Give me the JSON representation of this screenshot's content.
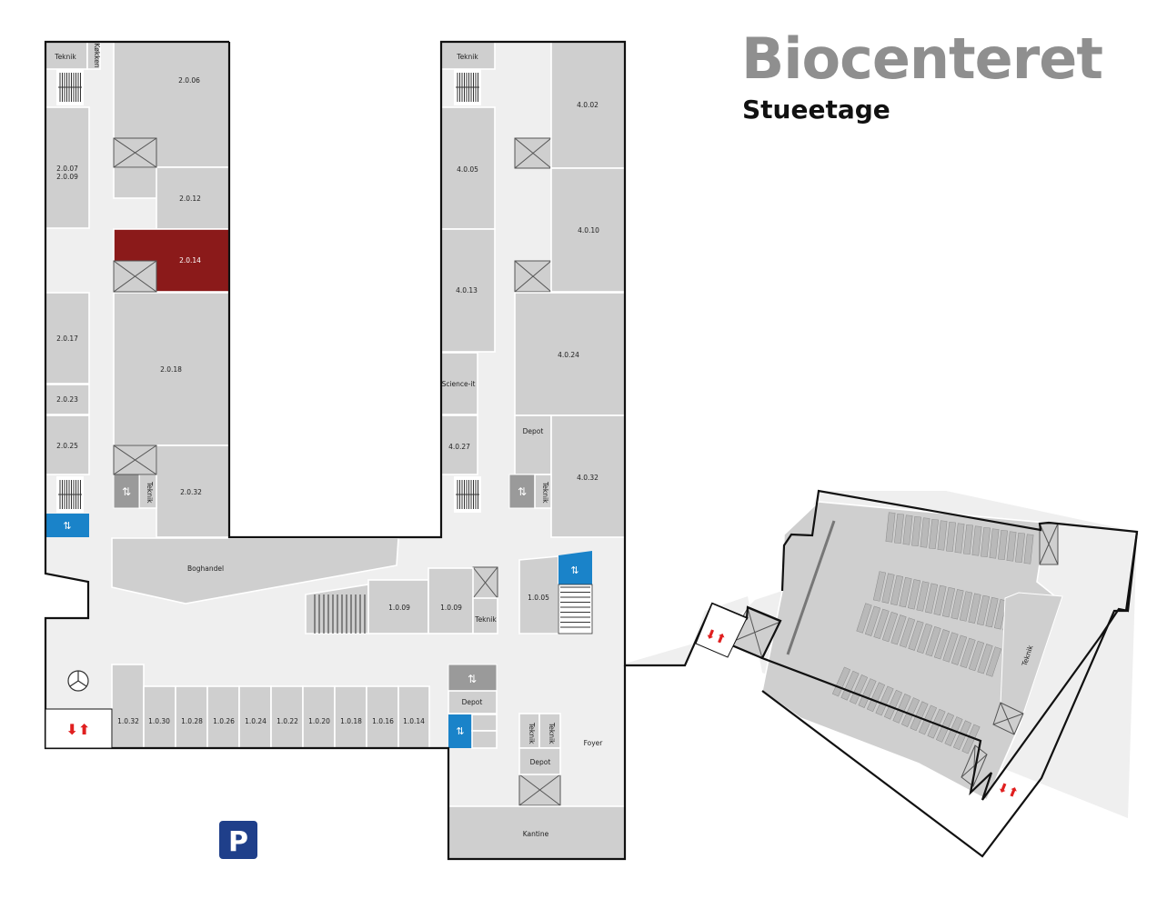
{
  "title": "Biocenteret",
  "subtitle": "Stueetage",
  "rooms": {
    "teknik_a": "Teknik",
    "kokken": "Køkken",
    "r2006": "2.0.06",
    "r2007": "2.0.07",
    "r2009": "2.0.09",
    "r2012": "2.0.12",
    "r2014": "2.0.14",
    "r2017": "2.0.17",
    "r2018": "2.0.18",
    "r2023": "2.0.23",
    "r2025": "2.0.25",
    "r2032": "2.0.32",
    "teknik_b": "Teknik",
    "boghandel": "Boghandel",
    "teknik_c": "Teknik",
    "r4002": "4.0.02",
    "r4005": "4.0.05",
    "r4010": "4.0.10",
    "r4013": "4.0.13",
    "r4024": "4.0.24",
    "science_it": "Science-it",
    "r4027": "4.0.27",
    "depot_a": "Depot",
    "r4032": "4.0.32",
    "teknik_d": "Teknik",
    "r1009a": "1.0.09",
    "r1009b": "1.0.09",
    "teknik_e": "Teknik",
    "r1005": "1.0.05",
    "r1032": "1.0.32",
    "r1030": "1.0.30",
    "r1028": "1.0.28",
    "r1026": "1.0.26",
    "r1024": "1.0.24",
    "r1022": "1.0.22",
    "r1020": "1.0.20",
    "r1018": "1.0.18",
    "r1016": "1.0.16",
    "r1014": "1.0.14",
    "depot_b": "Depot",
    "teknik_f": "Teknik",
    "teknik_g": "Teknik",
    "depot_c": "Depot",
    "foyer": "Foyer",
    "kantine": "Kantine",
    "teknik_h": "Teknik",
    "parking": "P"
  },
  "colors": {
    "room": "#cfcfcf",
    "corridor": "#efefef",
    "highlight": "#8b1a1a",
    "elevator": "#1a83c9",
    "arrow": "#e01f1f",
    "parking": "#1f3f8a",
    "title": "#8f8f8f"
  },
  "highlighted_room": "2.0.14",
  "icons": [
    "elevator-icon",
    "stairs-icon",
    "revolving-door-icon",
    "up-down-arrow-icon",
    "parking-icon"
  ]
}
